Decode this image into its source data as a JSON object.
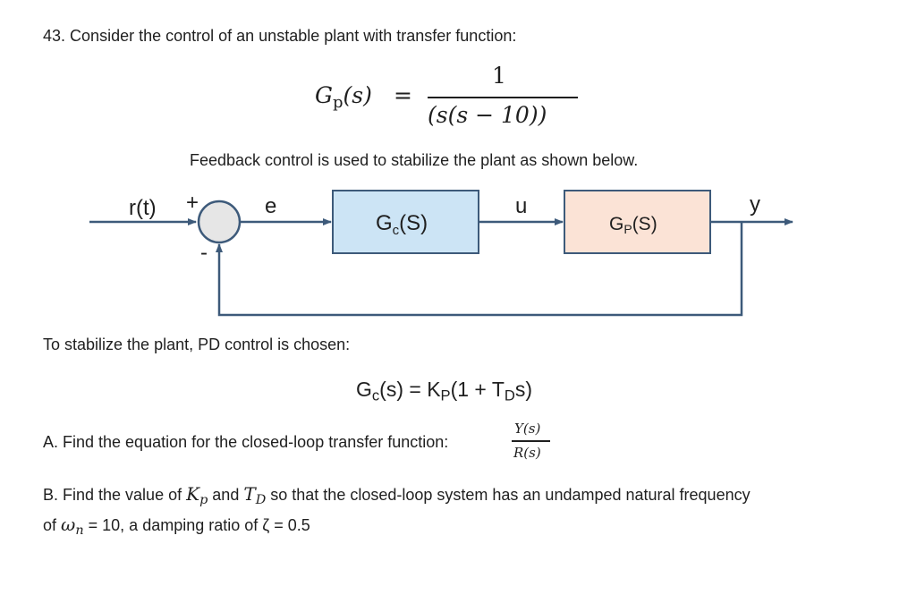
{
  "problem": {
    "number": "43.",
    "intro": "Consider the control of an unstable plant with transfer function:"
  },
  "plant_equation": {
    "lhs_main": "G",
    "lhs_sub": "p",
    "lhs_arg": "(s)",
    "equals": "=",
    "numerator": "1",
    "denominator": "(s(s − 10))"
  },
  "feedback_text": "Feedback control is used to stabilize the plant as shown below.",
  "diagram": {
    "input_label": "r(t)",
    "plus_sign": "+",
    "minus_sign": "-",
    "error_label": "e",
    "controller_main": "G",
    "controller_sub": "c",
    "controller_arg": "(S)",
    "control_label": "u",
    "plant_main": "G",
    "plant_sub": "P",
    "plant_arg": "(S)",
    "output_label": "y",
    "colors": {
      "line": "#3d5a7a",
      "controller_fill": "#cce4f5",
      "plant_fill": "#fbe3d6",
      "junction_fill": "#e6e6e6"
    }
  },
  "pd_text": "To stabilize the plant, PD control is chosen:",
  "pd_equation": {
    "g": "G",
    "g_sub": "c",
    "mid": "(s) = K",
    "k_sub": "P",
    "rest": "(1 + T",
    "t_sub": "D",
    "end": "s)"
  },
  "part_a": {
    "text": "A. Find the equation for the closed-loop transfer function:",
    "numerator": "Y(s)",
    "denominator": "R(s)"
  },
  "part_b": {
    "text1": "B. Find the value of",
    "kp_main": "K",
    "kp_sub": "p",
    "and": "and",
    "td_main": "T",
    "td_sub": "D",
    "text2": "so that the closed-loop system has an undamped natural frequency",
    "line2_of": "of",
    "omega_main": "ω",
    "omega_sub": "n",
    "line2_rest": "= 10, a damping ratio of ζ = 0.5"
  }
}
